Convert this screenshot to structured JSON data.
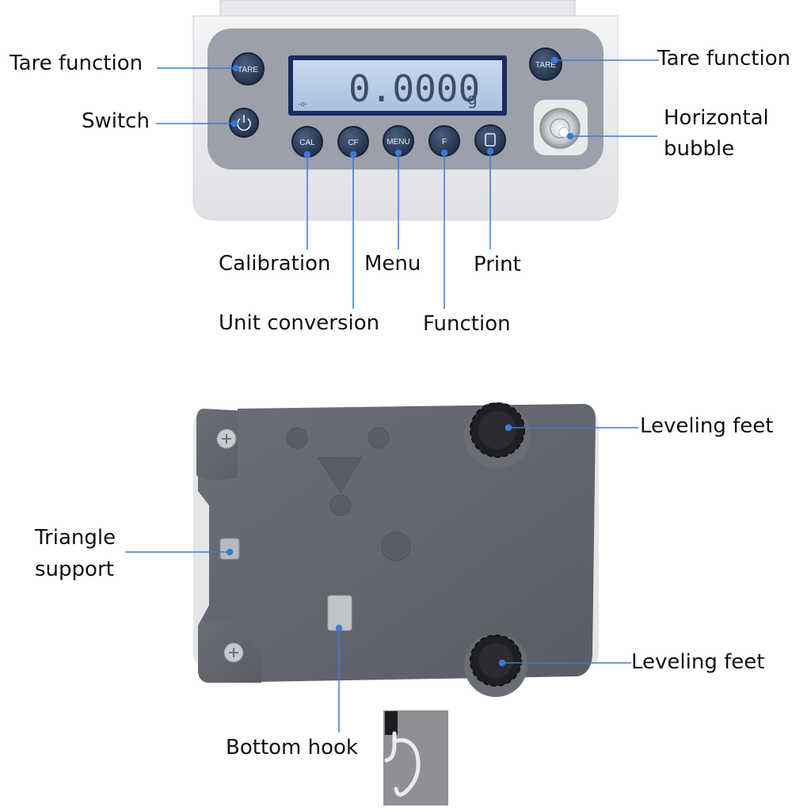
{
  "colors": {
    "accent_line": "#3a7bd5",
    "panel": "#9ca0aa",
    "lcd": "#b9cde6",
    "base_plate": "#646770",
    "button": "#2c3d57"
  },
  "display": {
    "reading": "0.0000",
    "unit": "g"
  },
  "buttons": {
    "tare_left": "TARE",
    "tare_right": "TARE",
    "cal": "CAL",
    "cf": "CF",
    "menu": "MENU",
    "f": "F",
    "power_icon": "power-icon",
    "print_icon": "printer-icon"
  },
  "labels": {
    "tare_left": "Tare function",
    "tare_right": "Tare function",
    "switch": "Switch",
    "bubble_1": "Horizontal",
    "bubble_2": "bubble",
    "calibration": "Calibration",
    "menu": "Menu",
    "print": "Print",
    "unit_conversion": "Unit conversion",
    "function": "Function",
    "leveling_top": "Leveling feet",
    "leveling_bottom": "Leveling feet",
    "triangle_1": "Triangle",
    "triangle_2": "support",
    "bottom_hook": "Bottom hook"
  }
}
